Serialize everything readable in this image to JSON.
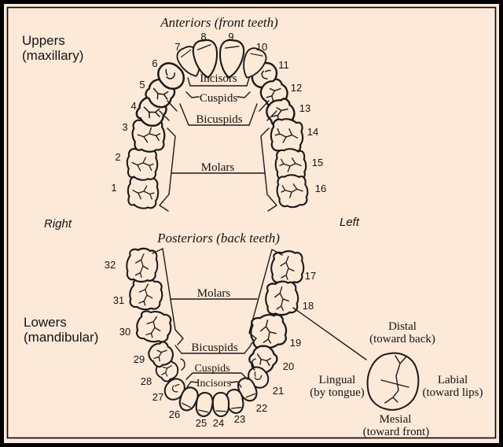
{
  "colors": {
    "background": "#fce9d7",
    "line": "#1b1b1b",
    "frame": "#000000"
  },
  "upper": {
    "side_label_line1": "Uppers",
    "side_label_line2": "(maxillary)",
    "title": "Anteriors (front teeth)",
    "group_labels": {
      "incisors": "Incisors",
      "cuspids": "Cuspids",
      "bicuspids": "Bicuspids",
      "molars": "Molars"
    },
    "teeth": [
      "1",
      "2",
      "3",
      "4",
      "5",
      "6",
      "7",
      "8",
      "9",
      "10",
      "11",
      "12",
      "13",
      "14",
      "15",
      "16"
    ]
  },
  "sides": {
    "right": "Right",
    "left": "Left"
  },
  "lower": {
    "side_label_line1": "Lowers",
    "side_label_line2": "(mandibular)",
    "title": "Posteriors (back teeth)",
    "group_labels": {
      "molars": "Molars",
      "bicuspids": "Bicuspids",
      "cuspids": "Cuspids",
      "incisors": "Incisors"
    },
    "teeth": [
      "17",
      "18",
      "19",
      "20",
      "21",
      "22",
      "23",
      "24",
      "25",
      "26",
      "27",
      "28",
      "29",
      "30",
      "31",
      "32"
    ]
  },
  "orientation": {
    "distal": "Distal",
    "distal_sub": "(toward back)",
    "lingual": "Lingual",
    "lingual_sub": "(by tongue)",
    "labial": "Labial",
    "labial_sub": "(toward lips)",
    "mesial": "Mesial",
    "mesial_sub": "(toward front)"
  }
}
